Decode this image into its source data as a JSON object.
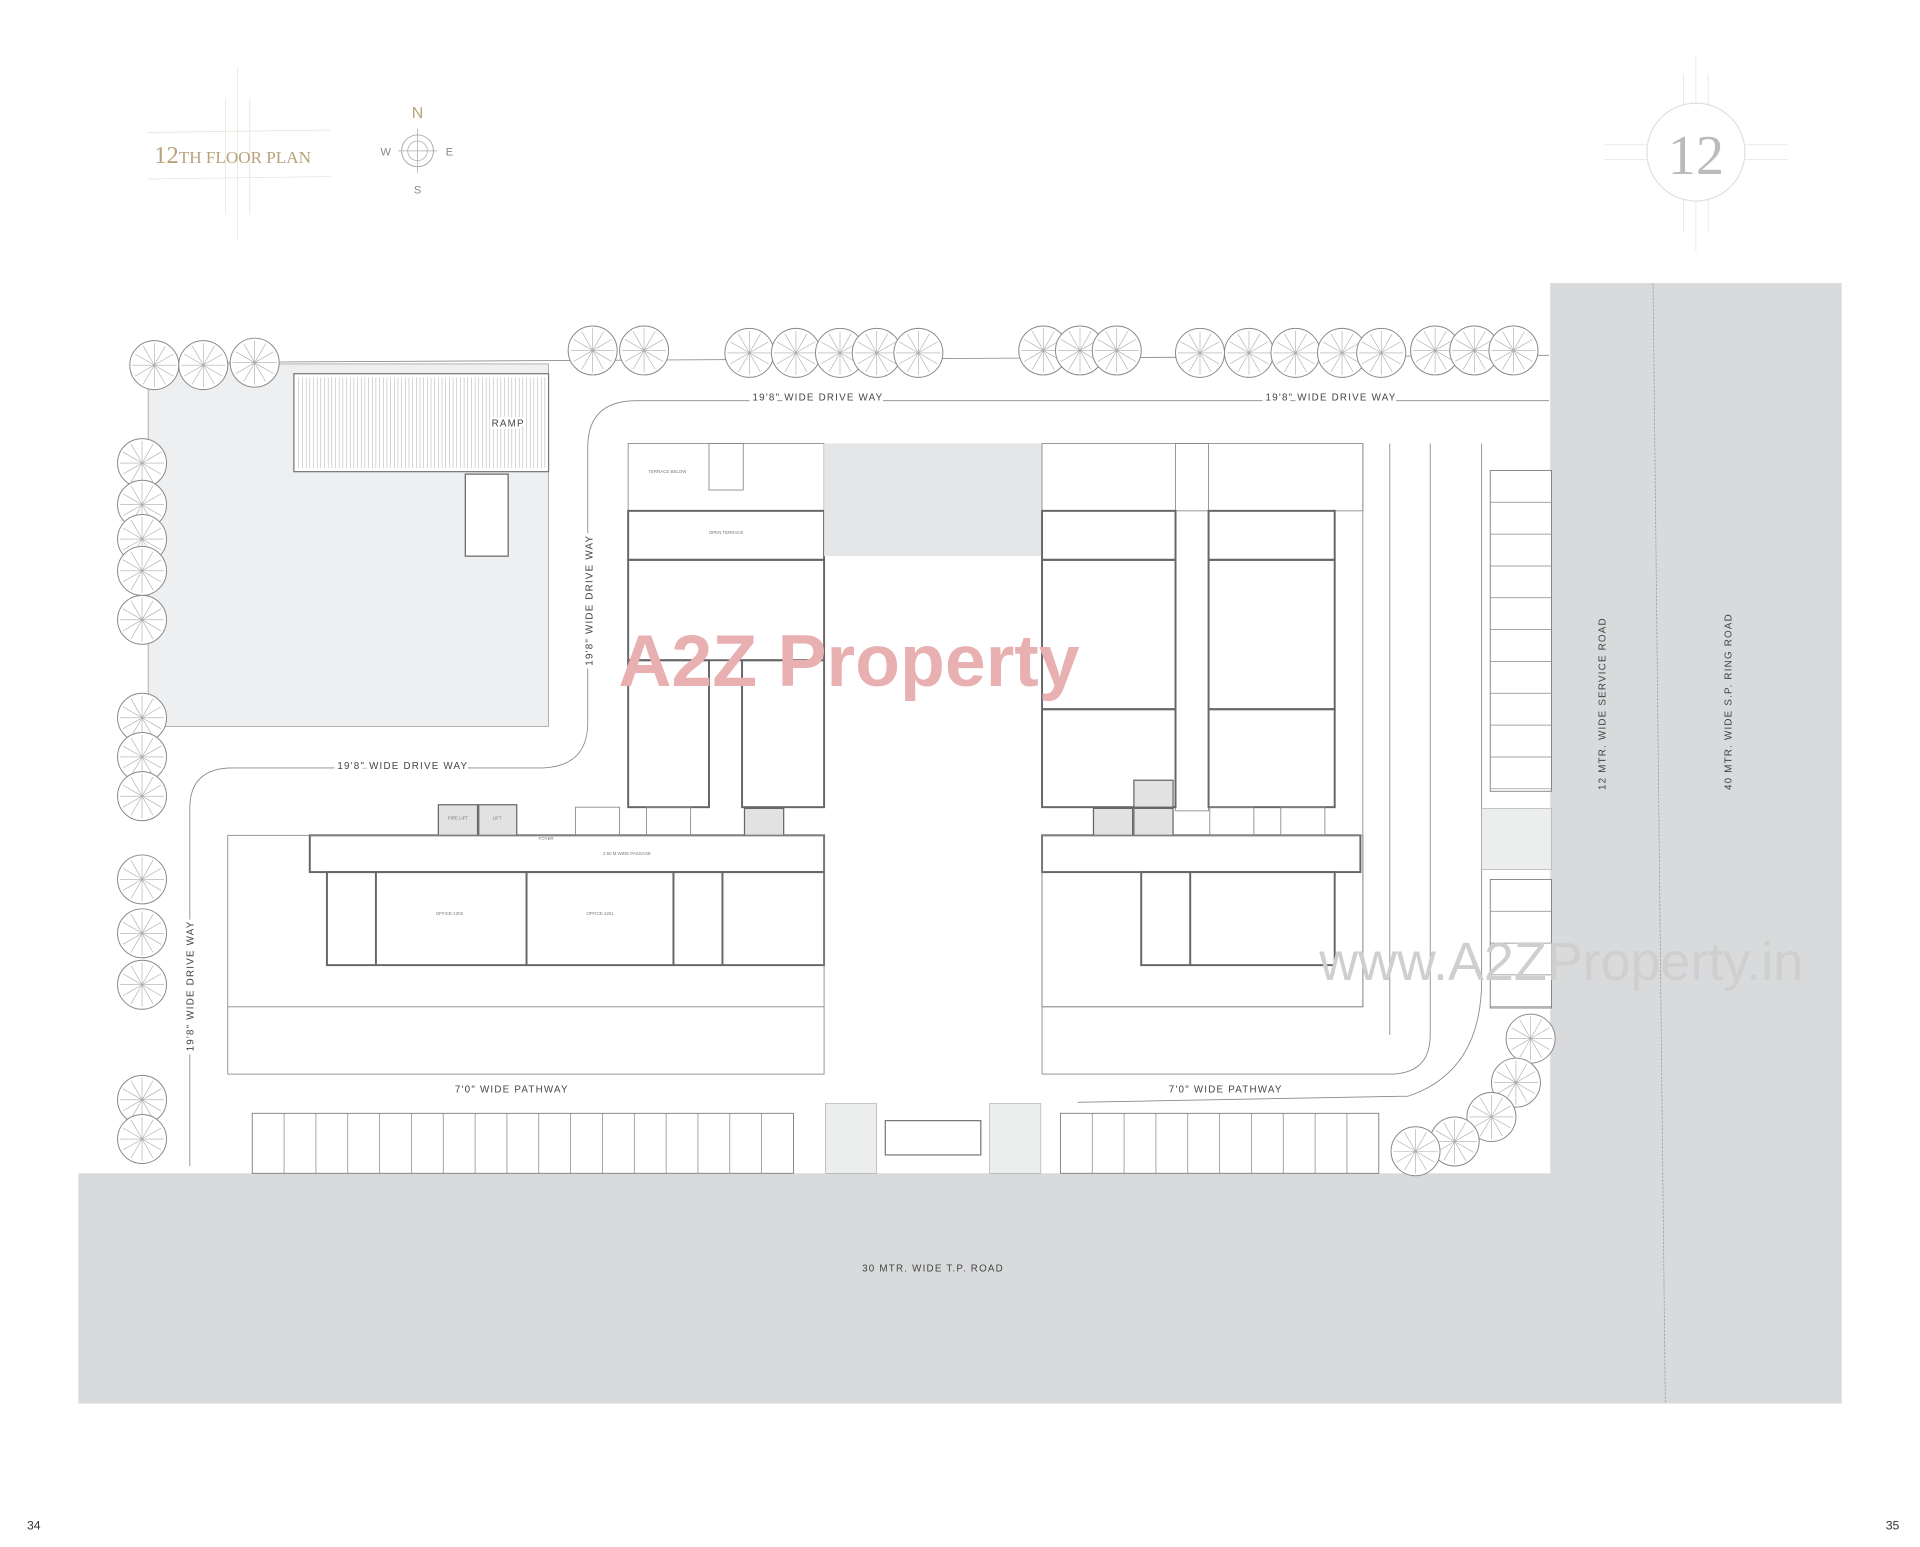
{
  "header": {
    "title_number": "12",
    "title_text": "TH FLOOR PLAN",
    "floor_badge": "12",
    "compass": {
      "north": "N",
      "south": "S",
      "east": "E",
      "west": "W"
    }
  },
  "colors": {
    "accent_gold": "#b8a27a",
    "road_gray": "#d8dadb",
    "wall": "#666666"
  },
  "roads": {
    "tp_road": "30 MTR.  WIDE T.P. ROAD",
    "service_road": "12 MTR.  WIDE SERVICE ROAD",
    "ring_road": "40 MTR.  WIDE S.P. RING ROAD"
  },
  "site_labels": {
    "drive_way": "19'8\" WIDE DRIVE WAY",
    "pathway": "7'0\" WIDE PATHWAY",
    "ramp": "RAMP"
  },
  "rooms": {
    "office_1201": "OFFICE-1201",
    "office_1202": "OFFICE-1202",
    "passage": "2.50 M WIDE PASSAGE",
    "foyer": "FOYER",
    "lift": "LIFT",
    "fire_lift": "FIRE LIFT",
    "open_terrace": "OPEN TERRACE",
    "terrace_below": "TERRACE BELOW"
  },
  "watermark": {
    "logo": "A2Z Property",
    "url": "www.A2ZProperty.in"
  },
  "footer": {
    "page_left": "34",
    "page_right": "35"
  }
}
